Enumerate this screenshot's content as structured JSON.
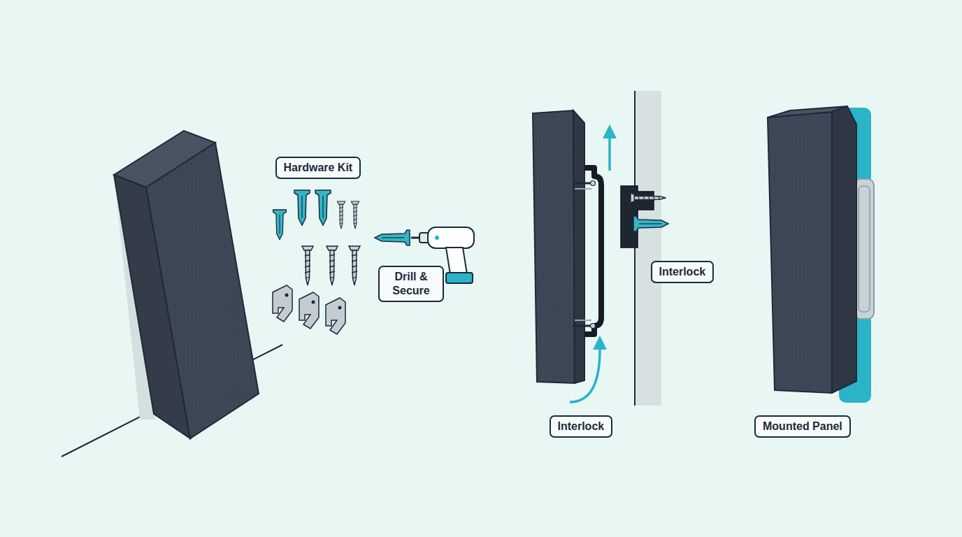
{
  "diagram": {
    "nodes": [
      {
        "text": [
          "Hardware Kit"
        ]
      },
      {
        "text": [
          "Drill & Secure"
        ]
      },
      {
        "text": [
          "Interlock"
        ]
      },
      {
        "text": [
          "Interlock"
        ]
      },
      {
        "text": [
          "Mounted Panel"
        ]
      }
    ]
  }
}
